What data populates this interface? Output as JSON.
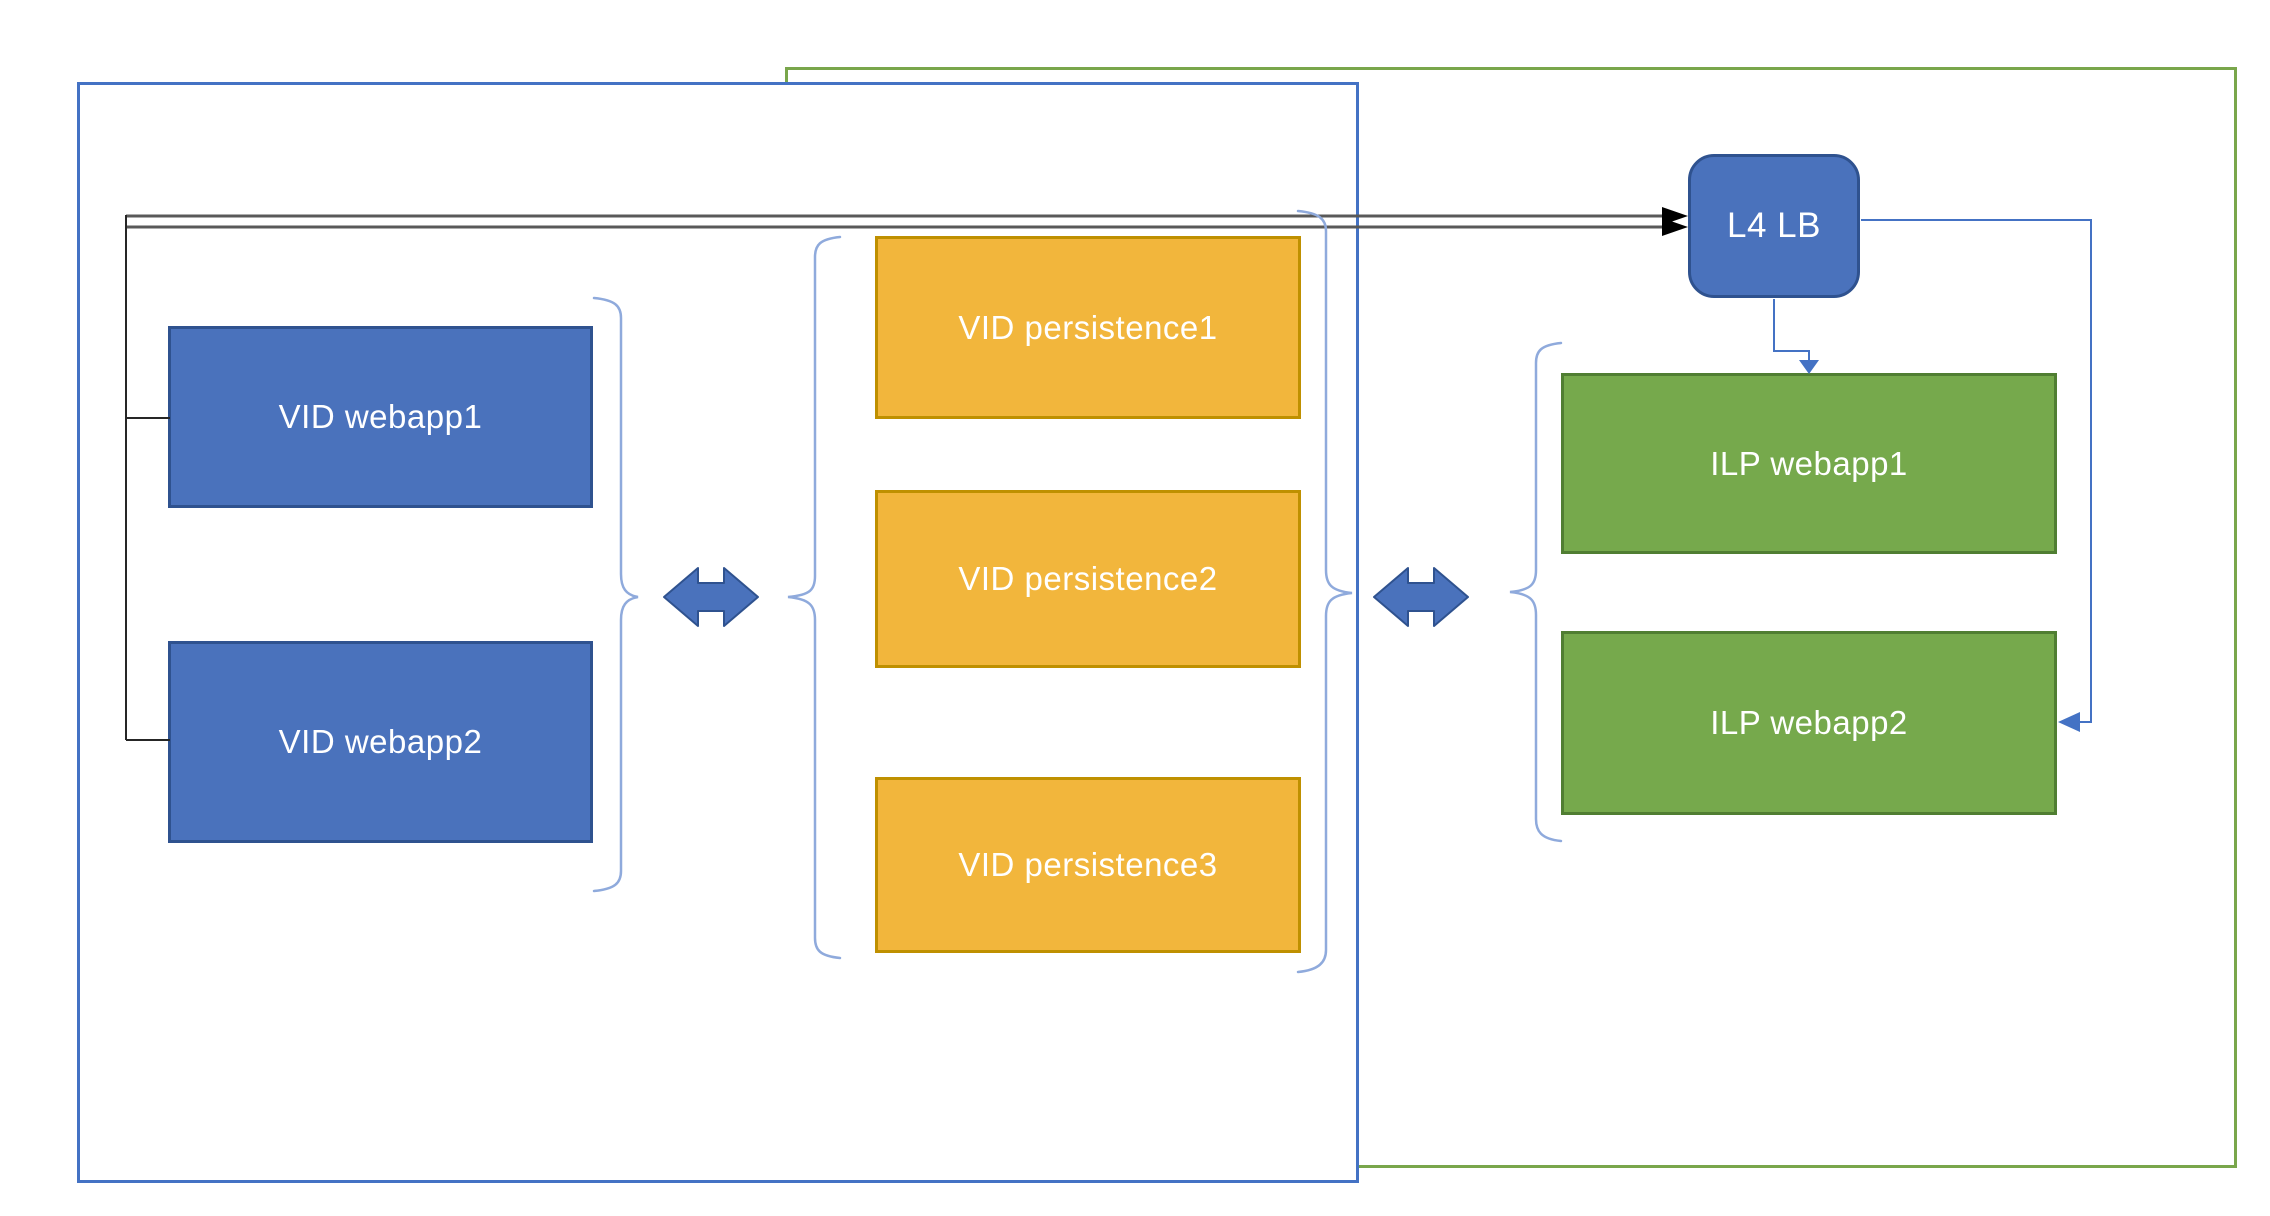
{
  "diagram": {
    "nodes": {
      "vid_webapp1": "VID webapp1",
      "vid_webapp2": "VID webapp2",
      "vid_persistence1": "VID persistence1",
      "vid_persistence2": "VID persistence2",
      "vid_persistence3": "VID persistence3",
      "l4_lb": "L4 LB",
      "ilp_webapp1": "ILP webapp1",
      "ilp_webapp2": "ILP webapp2"
    },
    "colors": {
      "node_blue_fill": "#4A72BC",
      "node_blue_border": "#2F528F",
      "node_orange_fill": "#F2B63C",
      "node_orange_border": "#BF9000",
      "node_green_fill": "#76A94C",
      "node_green_border": "#507E32",
      "container_blue_border": "#4472C4",
      "container_green_border": "#79A64B",
      "brace_stroke": "#8FAADC",
      "double_arrow_fill": "#4472C4",
      "blue_connector": "#4472C4",
      "gray_connector": "#595959",
      "black_arrowhead": "#000000"
    }
  }
}
